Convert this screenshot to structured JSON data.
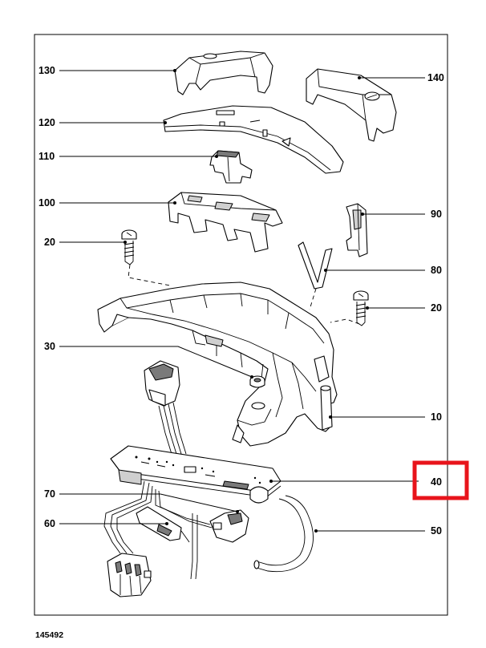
{
  "document_number": "145492",
  "highlighted_callout": "40",
  "highlight_color": "#e8141b",
  "callouts": [
    {
      "id": "130",
      "side": "left"
    },
    {
      "id": "140",
      "side": "right"
    },
    {
      "id": "120",
      "side": "left"
    },
    {
      "id": "110",
      "side": "left"
    },
    {
      "id": "100",
      "side": "left"
    },
    {
      "id": "90",
      "side": "right"
    },
    {
      "id": "20",
      "side": "left"
    },
    {
      "id": "80",
      "side": "right"
    },
    {
      "id": "20",
      "side": "right"
    },
    {
      "id": "30",
      "side": "left"
    },
    {
      "id": "10",
      "side": "right"
    },
    {
      "id": "40",
      "side": "right"
    },
    {
      "id": "70",
      "side": "left"
    },
    {
      "id": "60",
      "side": "left"
    },
    {
      "id": "50",
      "side": "right"
    }
  ]
}
